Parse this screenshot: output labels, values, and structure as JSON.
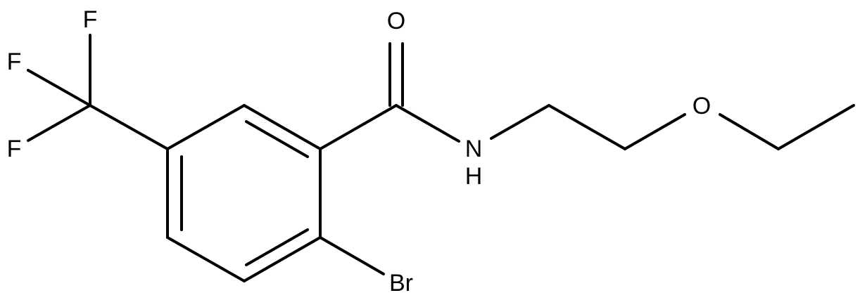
{
  "molecule": {
    "atoms": {
      "F1": "F",
      "F2": "F",
      "F3": "F",
      "O_carbonyl": "O",
      "N": "N",
      "H": "H",
      "O_ether": "O",
      "Br": "Br"
    }
  }
}
